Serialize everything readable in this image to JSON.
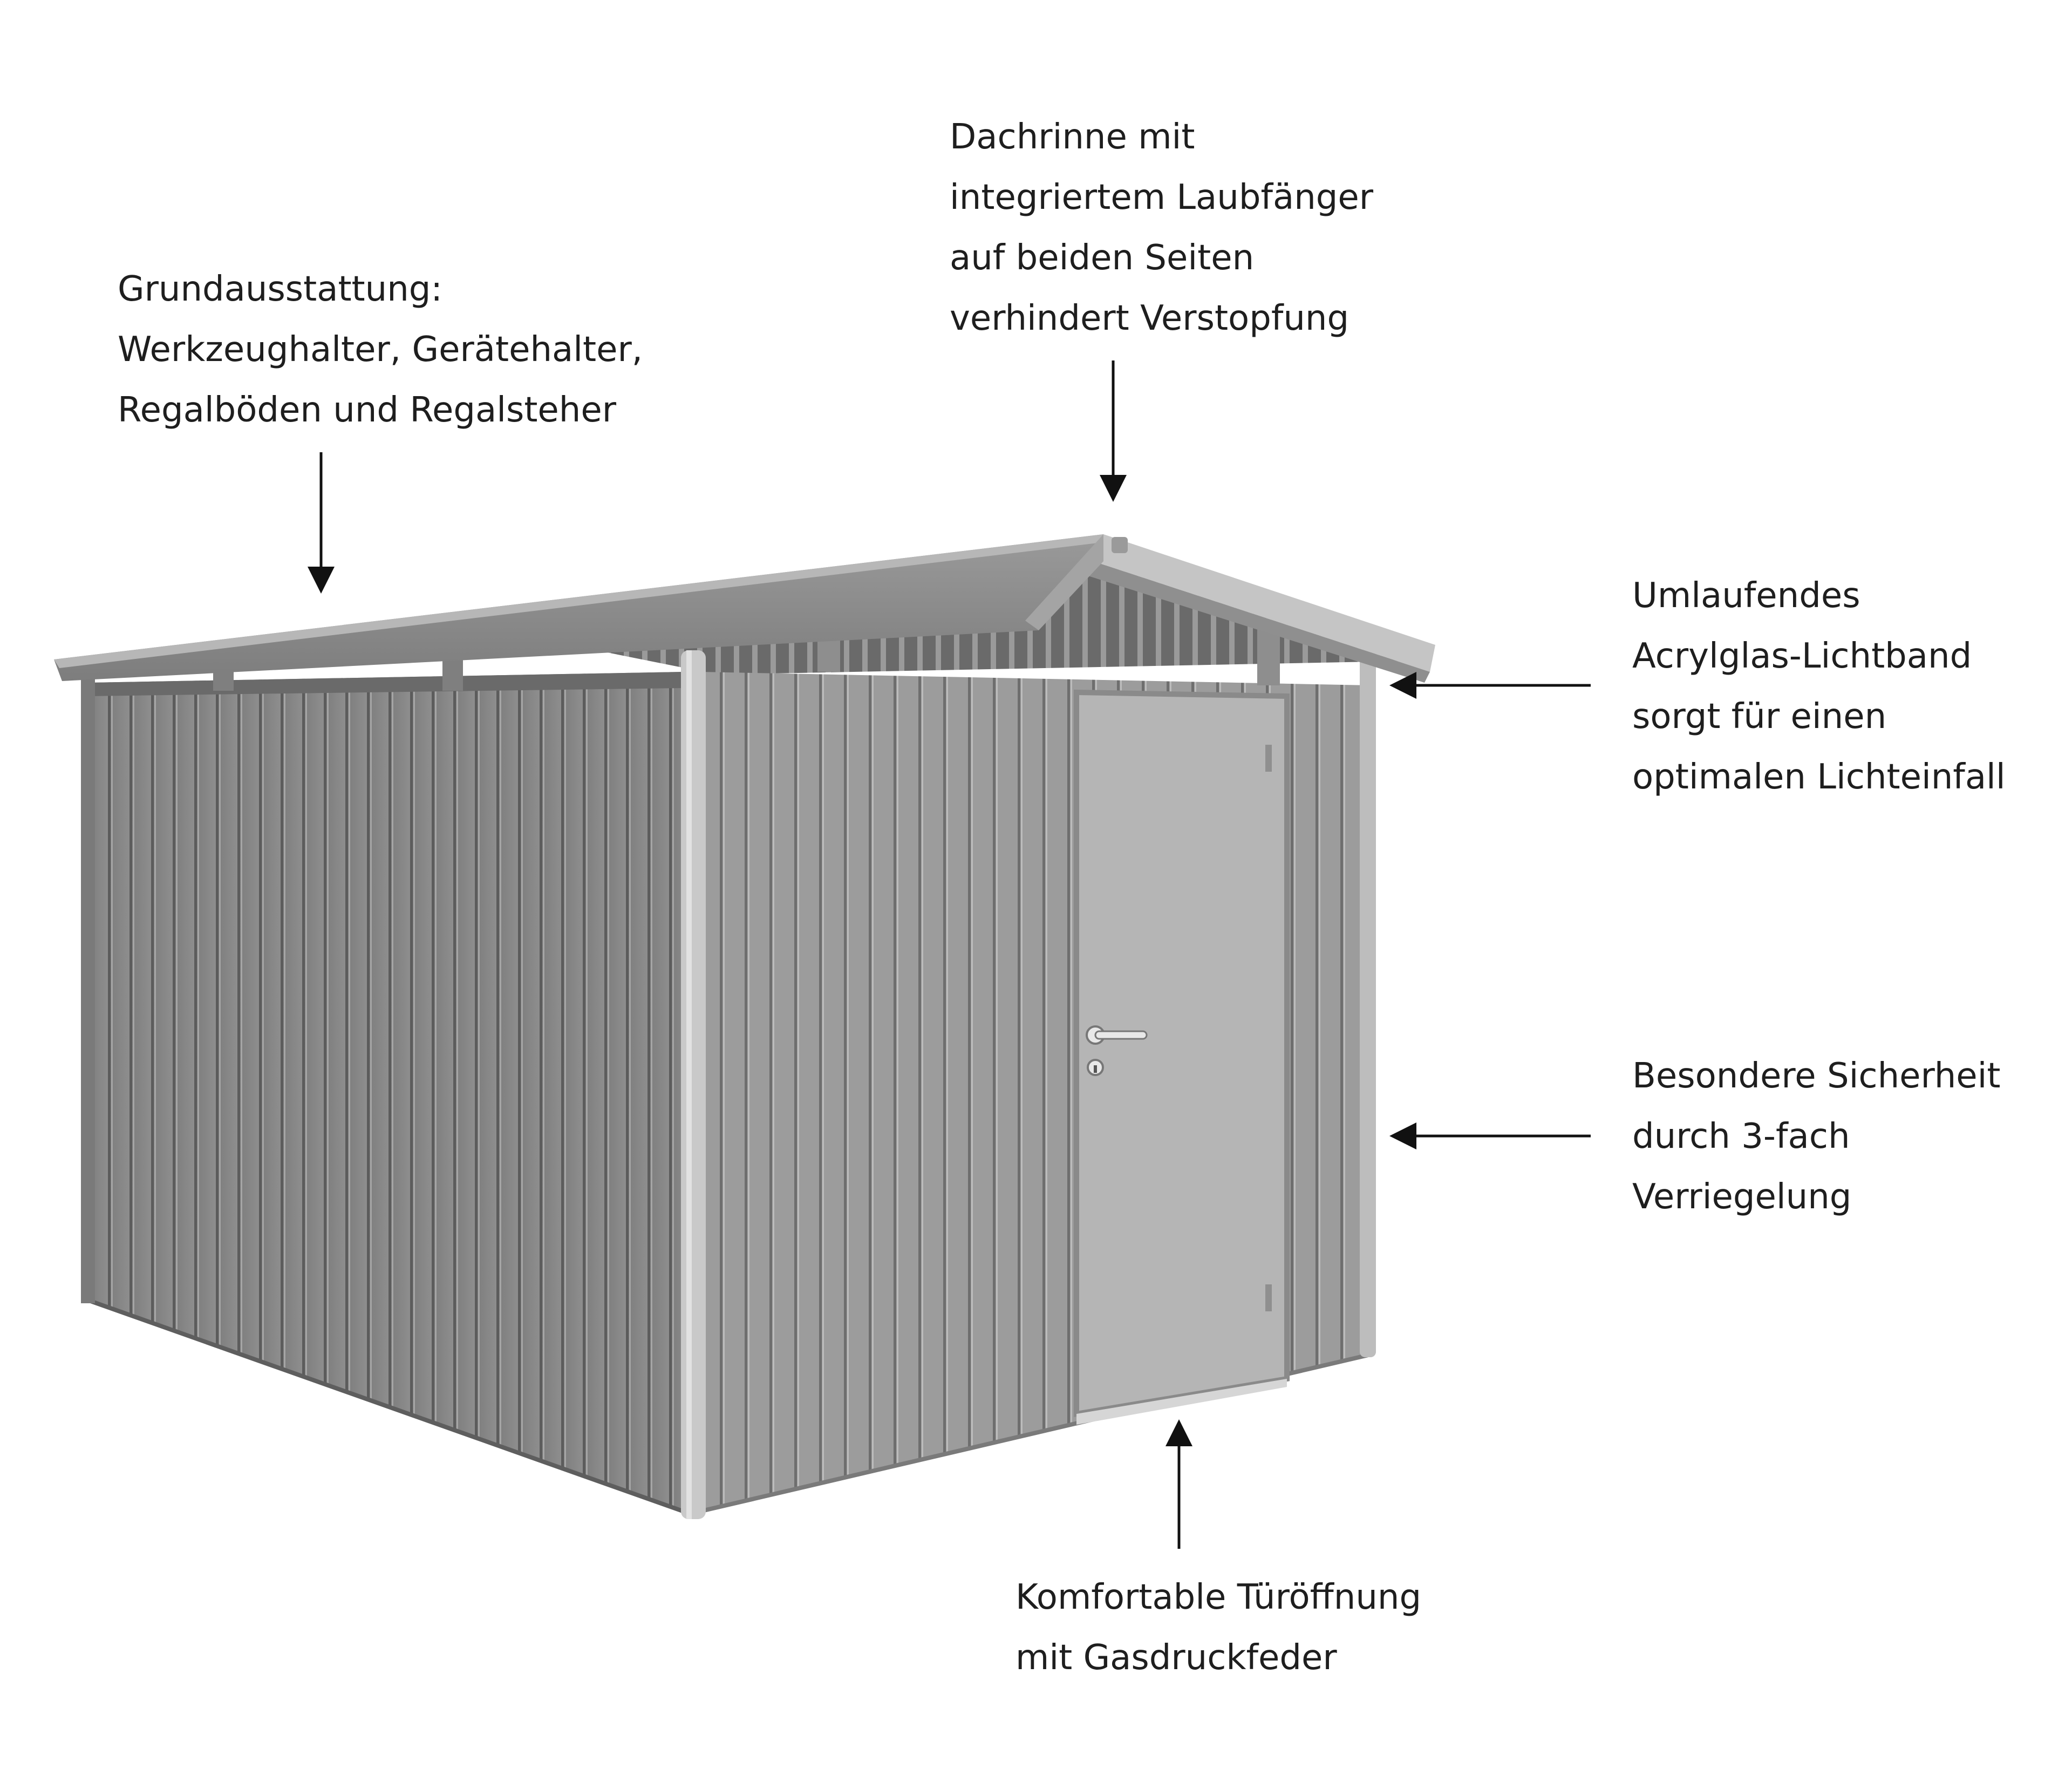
{
  "callouts": {
    "equipment": {
      "lines": [
        "Grundausstattung:",
        "Werkzeughalter, Gerätehalter,",
        "Regalböden und Regalsteher"
      ]
    },
    "gutter": {
      "lines": [
        "Dachrinne mit",
        "integriertem Laubfänger",
        "auf beiden Seiten",
        "verhindert Verstopfung"
      ]
    },
    "skylight": {
      "lines": [
        "Umlaufendes",
        "Acrylglas-Lichtband",
        "sorgt für einen",
        "optimalen Lichteinfall"
      ]
    },
    "security": {
      "lines": [
        "Besondere Sicherheit",
        "durch 3-fach",
        "Verriegelung"
      ]
    },
    "door": {
      "lines": [
        "Komfortable Türöffnung",
        "mit Gasdruckfeder"
      ]
    }
  },
  "colors": {
    "roof": "#8a8a8a",
    "wall_side": "#8b8b8b",
    "wall_front": "#9b9b9b",
    "door": "#b4b4b4",
    "frame": "#c4c4c4",
    "text": "#1e1e1e"
  }
}
